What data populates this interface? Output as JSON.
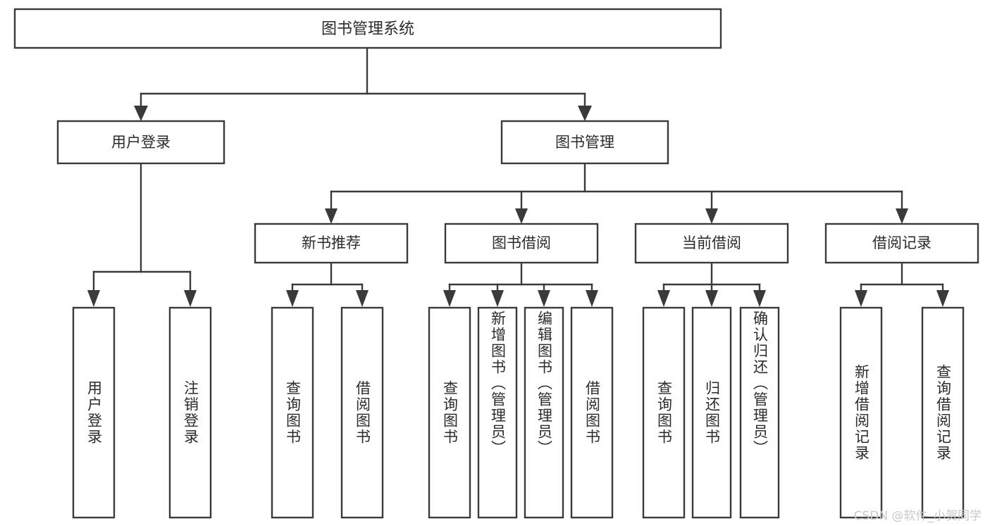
{
  "diagram": {
    "title": "图书管理系统",
    "type": "tree",
    "root": {
      "id": "root",
      "label": "图书管理系统",
      "orientation": "horizontal"
    },
    "level2": [
      {
        "id": "user-login",
        "label": "用户登录",
        "orientation": "horizontal"
      },
      {
        "id": "book-management",
        "label": "图书管理",
        "orientation": "horizontal"
      }
    ],
    "level3": [
      {
        "id": "new-book-recommend",
        "label": "新书推荐",
        "parent": "book-management",
        "orientation": "horizontal"
      },
      {
        "id": "book-borrow",
        "label": "图书借阅",
        "parent": "book-management",
        "orientation": "horizontal"
      },
      {
        "id": "current-borrow",
        "label": "当前借阅",
        "parent": "book-management",
        "orientation": "horizontal"
      },
      {
        "id": "borrow-record",
        "label": "借阅记录",
        "parent": "book-management",
        "orientation": "horizontal"
      }
    ],
    "leaves": [
      {
        "id": "leaf-user-login",
        "label": "用户登录",
        "parent": "user-login",
        "orientation": "vertical"
      },
      {
        "id": "leaf-logout",
        "label": "注销登录",
        "parent": "user-login",
        "orientation": "vertical"
      },
      {
        "id": "leaf-query-book-1",
        "label": "查询图书",
        "parent": "new-book-recommend",
        "orientation": "vertical"
      },
      {
        "id": "leaf-borrow-book-1",
        "label": "借阅图书",
        "parent": "new-book-recommend",
        "orientation": "vertical"
      },
      {
        "id": "leaf-query-book-2",
        "label": "查询图书",
        "parent": "book-borrow",
        "orientation": "vertical"
      },
      {
        "id": "leaf-add-book",
        "label": "新增图书（管理员）",
        "parent": "book-borrow",
        "orientation": "vertical"
      },
      {
        "id": "leaf-edit-book",
        "label": "编辑图书（管理员）",
        "parent": "book-borrow",
        "orientation": "vertical"
      },
      {
        "id": "leaf-borrow-book-2",
        "label": "借阅图书",
        "parent": "book-borrow",
        "orientation": "vertical"
      },
      {
        "id": "leaf-query-book-3",
        "label": "查询图书",
        "parent": "current-borrow",
        "orientation": "vertical"
      },
      {
        "id": "leaf-return-book",
        "label": "归还图书",
        "parent": "current-borrow",
        "orientation": "vertical"
      },
      {
        "id": "leaf-confirm-return",
        "label": "确认归还（管理员）",
        "parent": "current-borrow",
        "orientation": "vertical"
      },
      {
        "id": "leaf-add-record",
        "label": "新增借阅记录",
        "parent": "borrow-record",
        "orientation": "vertical"
      },
      {
        "id": "leaf-query-record",
        "label": "查询借阅记录",
        "parent": "borrow-record",
        "orientation": "vertical"
      }
    ],
    "colors": {
      "box_stroke": "#3a3a3a",
      "box_fill": "#ffffff",
      "text": "#2b2b2b",
      "connector": "#3a3a3a",
      "background": "#ffffff",
      "watermark": "#c9c9c9"
    }
  },
  "watermark": {
    "text": "CSDN @软件_小贺同学"
  }
}
